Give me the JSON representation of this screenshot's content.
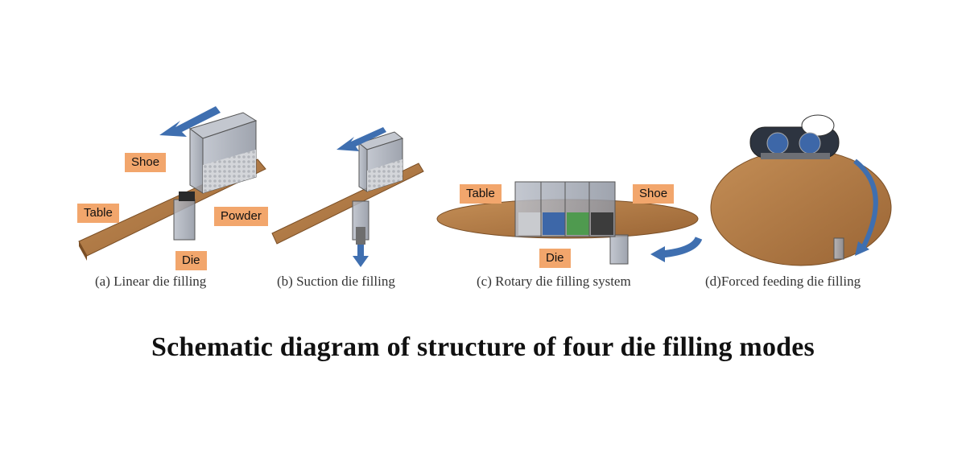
{
  "title": "Schematic diagram of structure of four die filling modes",
  "panels": [
    {
      "caption": "(a) Linear die filling",
      "labels": {
        "shoe": "Shoe",
        "table": "Table",
        "powder": "Powder",
        "die": "Die"
      }
    },
    {
      "caption": "(b) Suction die filling"
    },
    {
      "caption": "(c) Rotary die filling system",
      "labels": {
        "table": "Table",
        "shoe": "Shoe",
        "die": "Die"
      }
    },
    {
      "caption": "(d)Forced feeding die filling"
    }
  ],
  "colors": {
    "wood": "#b8814a",
    "wood_dark": "#8a5a2e",
    "glass": "#a9afbb",
    "arrow": "#3f6fb0",
    "label_bg": "#f2a66c",
    "powder_blue": "#3d67a8",
    "powder_green": "#4f9a4f",
    "powder_dark": "#3c3c3c",
    "powder_grey": "#c9cbcf"
  }
}
